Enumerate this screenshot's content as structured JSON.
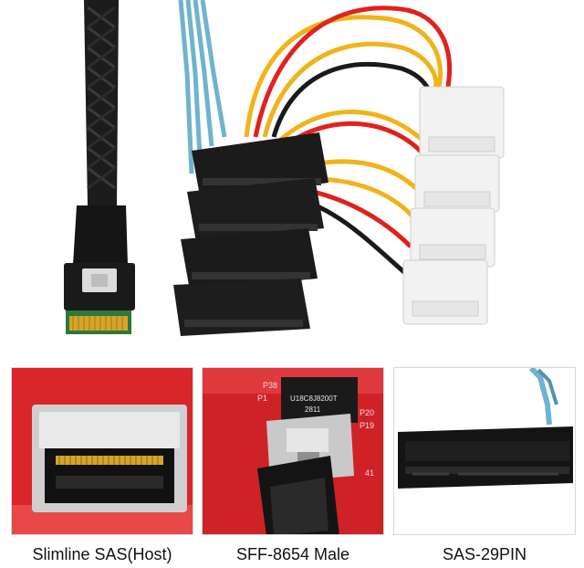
{
  "captions": {
    "host": "Slimline SAS(Host)",
    "cable": "SFF-8654 Male",
    "target": "SAS-29PIN"
  },
  "panel_markings": {
    "pins_left": [
      "P38",
      "P1"
    ],
    "pins_right": [
      "P20",
      "P19"
    ],
    "board_digits": "41",
    "chip_code": "U18C8J8200T",
    "chip_code_line2": "2811"
  },
  "colors": {
    "pcb_red": "#d8262b",
    "cable_black": "#1a1a1a",
    "wire_blue": "#6fb3cf",
    "wire_yellow": "#f2b21a",
    "wire_red": "#e0221f",
    "molex_white": "#f2f2f2",
    "gold_contacts": "#d4a52a"
  }
}
